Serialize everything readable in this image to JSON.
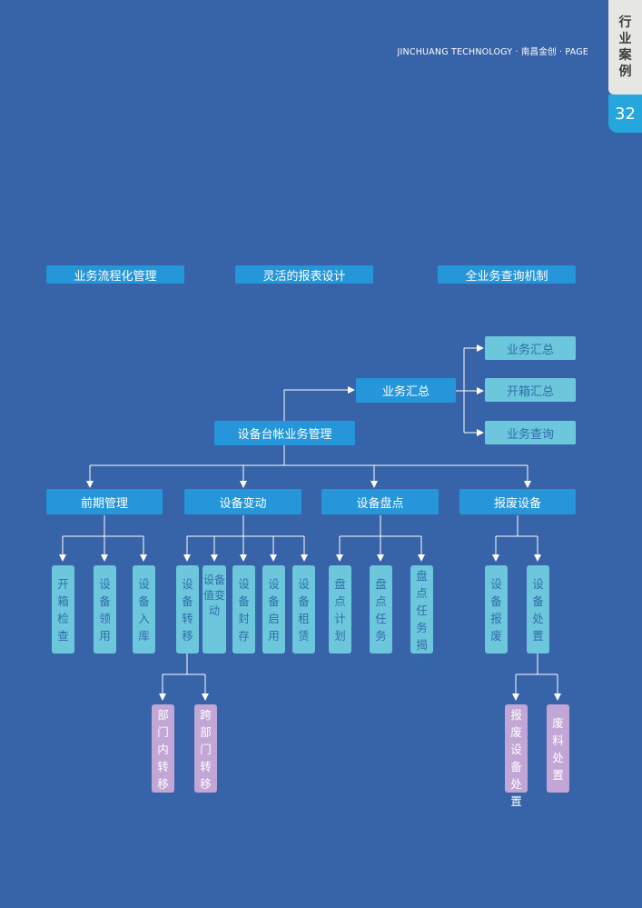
{
  "header": {
    "text": "JINCHUANG TECHNOLOGY · 南昌金创 · PAGE"
  },
  "side_tab": {
    "label": "行业案例",
    "page_number": "32"
  },
  "features": [
    "业务流程化管理",
    "灵活的报表设计",
    "全业务查询机制"
  ],
  "diagram": {
    "root": "设备台帐业务管理",
    "summary": {
      "label": "业务汇总",
      "children": [
        "业务汇总",
        "开箱汇总",
        "业务查询"
      ]
    },
    "categories": [
      {
        "label": "前期管理",
        "children": [
          "开箱检查",
          "设备领用",
          "设备入库"
        ]
      },
      {
        "label": "设备变动",
        "children": [
          "设备转移",
          "设备值变动",
          "设备封存",
          "设备启用",
          "设备租赁"
        ]
      },
      {
        "label": "设备盘点",
        "children": [
          "盘点计划",
          "盘点任务",
          "盘点任务揭交"
        ]
      },
      {
        "label": "报废设备",
        "children": [
          "设备报废",
          "设备处置"
        ]
      }
    ],
    "transfer_children": [
      "部门内转移",
      "跨部门转移"
    ],
    "disposal_children": [
      "报废设备处置",
      "废料处置"
    ]
  },
  "colors": {
    "background": "#3763a8",
    "primary_box": "#2596d9",
    "leaf_box": "#6dc7dc",
    "tertiary_box": "#c2a6d6",
    "line": "#ffffff"
  }
}
